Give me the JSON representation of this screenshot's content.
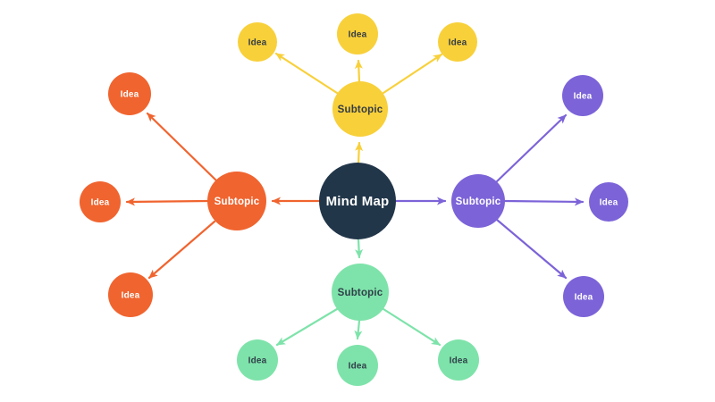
{
  "diagram_title": "Mind Map",
  "center": {
    "label": "Mind Map",
    "fill": "#22364A",
    "label_color": "#FFFFFF"
  },
  "branches": [
    {
      "id": "top",
      "label": "Subtopic",
      "color": "#F8D03A",
      "label_color": "#333B45",
      "ideas": [
        "Idea",
        "Idea",
        "Idea"
      ]
    },
    {
      "id": "left",
      "label": "Subtopic",
      "color": "#F0642F",
      "label_color": "#FFFFFF",
      "ideas": [
        "Idea",
        "Idea",
        "Idea"
      ]
    },
    {
      "id": "right",
      "label": "Subtopic",
      "color": "#7C63D8",
      "label_color": "#FFFFFF",
      "ideas": [
        "Idea",
        "Idea",
        "Idea"
      ]
    },
    {
      "id": "bottom",
      "label": "Subtopic",
      "color": "#7EE3AA",
      "label_color": "#30404A",
      "ideas": [
        "Idea",
        "Idea",
        "Idea"
      ]
    }
  ]
}
